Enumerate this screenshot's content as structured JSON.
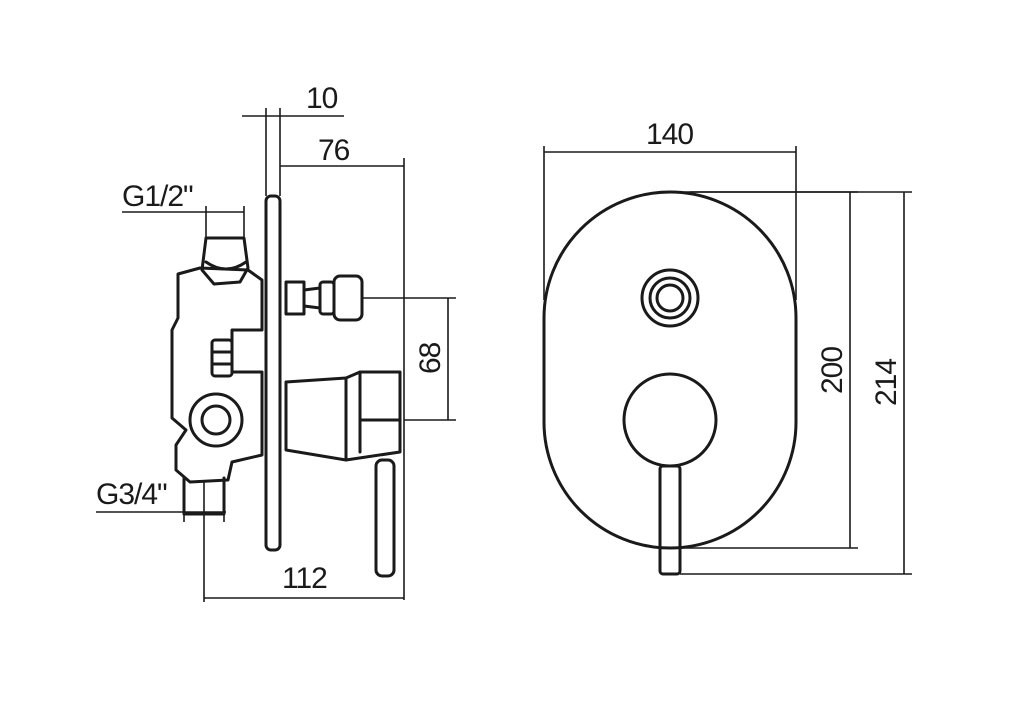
{
  "side_view": {
    "dim_plate_thickness": "10",
    "dim_projection": "76",
    "dim_inlet_top": "G1/2\"",
    "dim_outlet_bottom": "G3/4\"",
    "dim_depth": "112",
    "dim_spindle_spacing": "68"
  },
  "front_view": {
    "dim_width": "140",
    "dim_plate_height": "200",
    "dim_total_height": "214"
  },
  "colors": {
    "line": "#1a1a1a",
    "background": "#ffffff"
  }
}
